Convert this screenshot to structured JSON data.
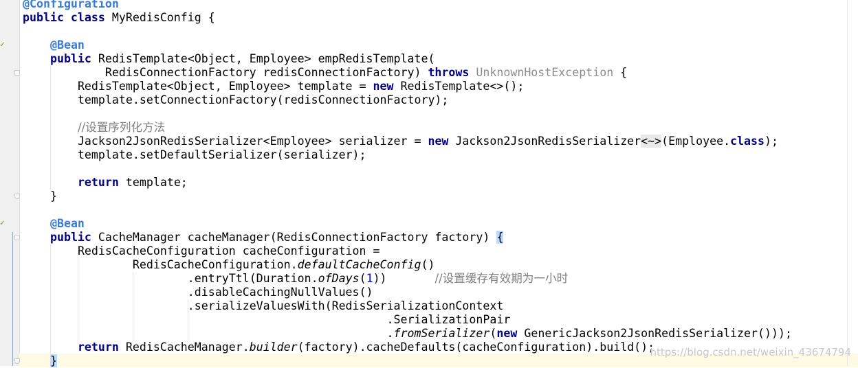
{
  "code": {
    "l1_ann": "@Configuration",
    "l2_kw": "public class",
    "l2_rest": " MyRedisConfig {",
    "l4_ann": "@Bean",
    "l5_kw": "public",
    "l5_rest": " RedisTemplate<Object, Employee> empRedisTemplate(",
    "l6_a": "RedisConnectionFactory redisConnectionFactory) ",
    "l6_kw": "throws",
    "l6_gray": " UnknownHostException",
    "l6_end": " {",
    "l7_a": "RedisTemplate<Object, Employee> template = ",
    "l7_kw": "new",
    "l7_end": " RedisTemplate<>();",
    "l8": "template.setConnectionFactory(redisConnectionFactory);",
    "l10_cmt": "//设置序列化方法",
    "l11_a": "Jackson2JsonRedisSerializer<Employee> serializer = ",
    "l11_kw": "new",
    "l11_b": " Jackson2JsonRedisSerializer",
    "l11_diamond": "<~>",
    "l11_c": "(Employee.",
    "l11_kw2": "class",
    "l11_end": ");",
    "l12": "template.setDefaultSerializer(serializer);",
    "l14_kw": "return",
    "l14_rest": " template;",
    "l15": "}",
    "l17_ann": "@Bean",
    "l18_kw": "public",
    "l18_rest": " CacheManager cacheManager(RedisConnectionFactory factory) ",
    "l18_brace": "{",
    "l19": "RedisCacheConfiguration cacheConfiguration =",
    "l20_a": "RedisCacheConfiguration.",
    "l20_it": "defaultCacheConfig",
    "l20_end": "()",
    "l21_a": ".entryTtl(Duration.",
    "l21_it": "ofDays",
    "l21_b": "(",
    "l21_num": "1",
    "l21_c": "))",
    "l21_cmt": "//设置缓存有效期为一小时",
    "l22": ".disableCachingNullValues()",
    "l23": ".serializeValuesWith(RedisSerializationContext",
    "l24": ".SerializationPair",
    "l25_dot": ".",
    "l25_it": "fromSerializer",
    "l25_b": "(",
    "l25_kw": "new",
    "l25_end": " GenericJackson2JsonRedisSerializer()));",
    "l26_kw": "return",
    "l26_a": " RedisCacheManager.",
    "l26_it": "builder",
    "l26_end": "(factory).cacheDefaults(cacheConfiguration).build();",
    "l27_brace": "}"
  },
  "watermark": "https://blog.csdn.net/weixin_43674794",
  "colors": {
    "annotation": "#3a7bd5",
    "keyword": "#000080",
    "comment": "#808080",
    "number": "#0000ff",
    "brace_highlight": "#bfd9ff"
  }
}
